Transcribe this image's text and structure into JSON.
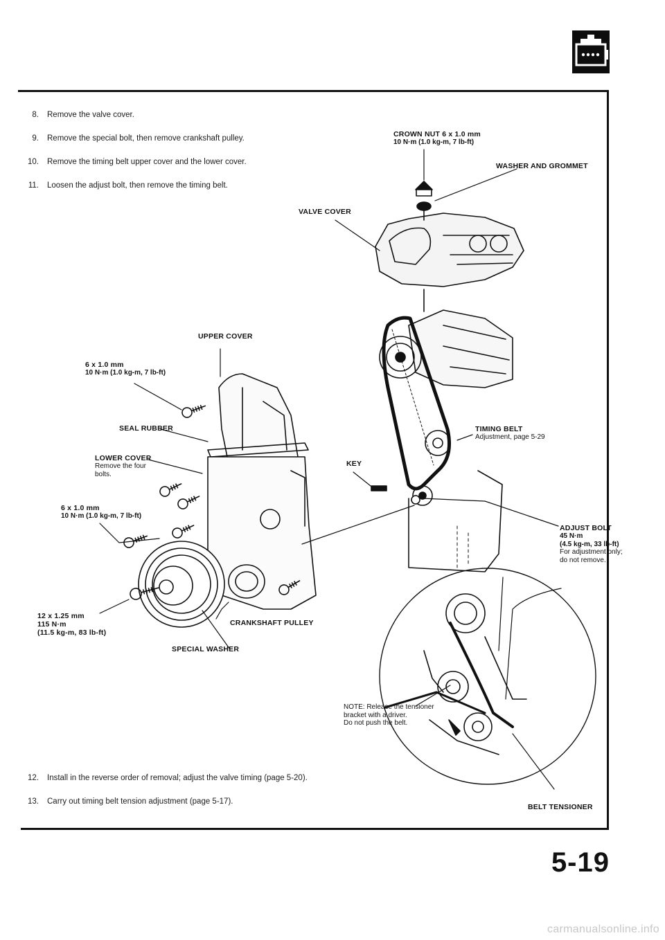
{
  "page_number": "5-19",
  "watermark": "carmanualsonline.info",
  "steps": [
    {
      "num": "8.",
      "text": "Remove the valve cover."
    },
    {
      "num": "9.",
      "text": "Remove the special bolt, then remove crankshaft pulley."
    },
    {
      "num": "10.",
      "text": "Remove the timing belt upper cover and the lower cover."
    },
    {
      "num": "11.",
      "text": "Loosen the adjust bolt, then remove the timing belt."
    },
    {
      "num": "12.",
      "text": "Install in the reverse order of removal; adjust the valve timing (page 5-20)."
    },
    {
      "num": "13.",
      "text": "Carry out timing belt tension adjustment (page 5-17)."
    }
  ],
  "labels": {
    "crown_nut": {
      "title": "CROWN NUT 6 x 1.0 mm",
      "spec": "10 N·m (1.0 kg-m, 7 lb-ft)"
    },
    "washer_grommet": "WASHER AND GROMMET",
    "valve_cover": "VALVE COVER",
    "upper_cover": "UPPER COVER",
    "bolt_upper": {
      "title": "6 x 1.0 mm",
      "spec": "10 N·m (1.0 kg-m, 7 lb-ft)"
    },
    "seal_rubber": "SEAL RUBBER",
    "lower_cover": {
      "title": "LOWER COVER",
      "note_1": "Remove the four",
      "note_2": "bolts."
    },
    "bolt_lower": {
      "title": "6 x 1.0 mm",
      "spec": "10 N·m (1.0 kg-m, 7 lb-ft)"
    },
    "timing_belt": {
      "title": "TIMING BELT",
      "note": "Adjustment, page 5-29"
    },
    "key": "KEY",
    "adjust_bolt": {
      "title": "ADJUST BOLT",
      "spec_1": "45 N·m",
      "spec_2": "(4.5 kg-m, 33 lb-ft)",
      "note_1": "For adjustment only;",
      "note_2": "do not remove."
    },
    "special_bolt": {
      "title": "12 x 1.25 mm",
      "spec_1": "115 N·m",
      "spec_2": "(11.5 kg-m, 83 lb-ft)"
    },
    "crankshaft_pulley": "CRANKSHAFT PULLEY",
    "special_washer": "SPECIAL WASHER",
    "note": {
      "line_1": "NOTE: Release the tensioner",
      "line_2": "bracket with a driver.",
      "line_3": "Do not push the belt."
    },
    "belt_tensioner": "BELT TENSIONER"
  }
}
